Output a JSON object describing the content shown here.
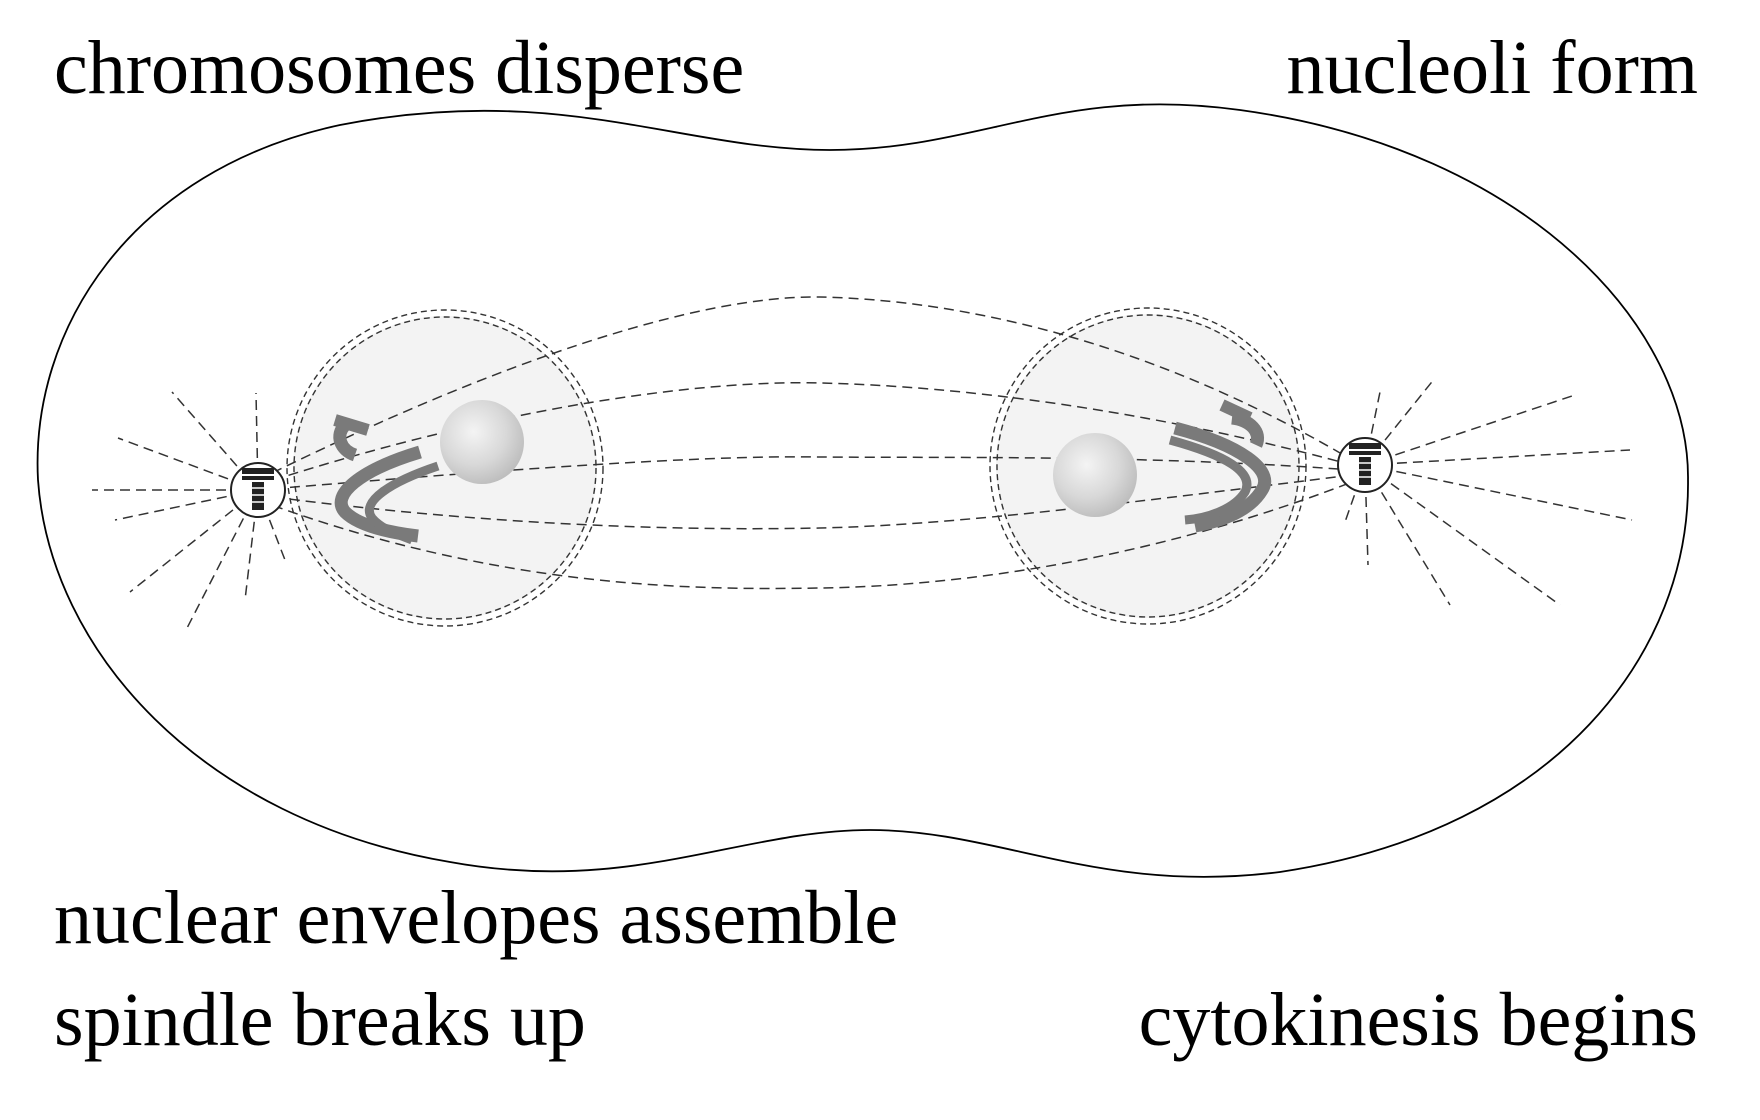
{
  "labels": {
    "top_left": "chromosomes disperse",
    "top_right": "nucleoli form",
    "bottom_left_1": "nuclear envelopes assemble",
    "bottom_left_2": "spindle breaks up",
    "bottom_right": "cytokinesis begins"
  },
  "colors": {
    "outline": "#000000",
    "dashed_line": "#333333",
    "nucleus_fill": "#f3f3f3",
    "chromosome": "#7a7a7a",
    "nucleolus": "#cfcfcf"
  },
  "icons": {
    "centrosome": "centrosome-icon",
    "nucleolus": "nucleolus-icon"
  }
}
